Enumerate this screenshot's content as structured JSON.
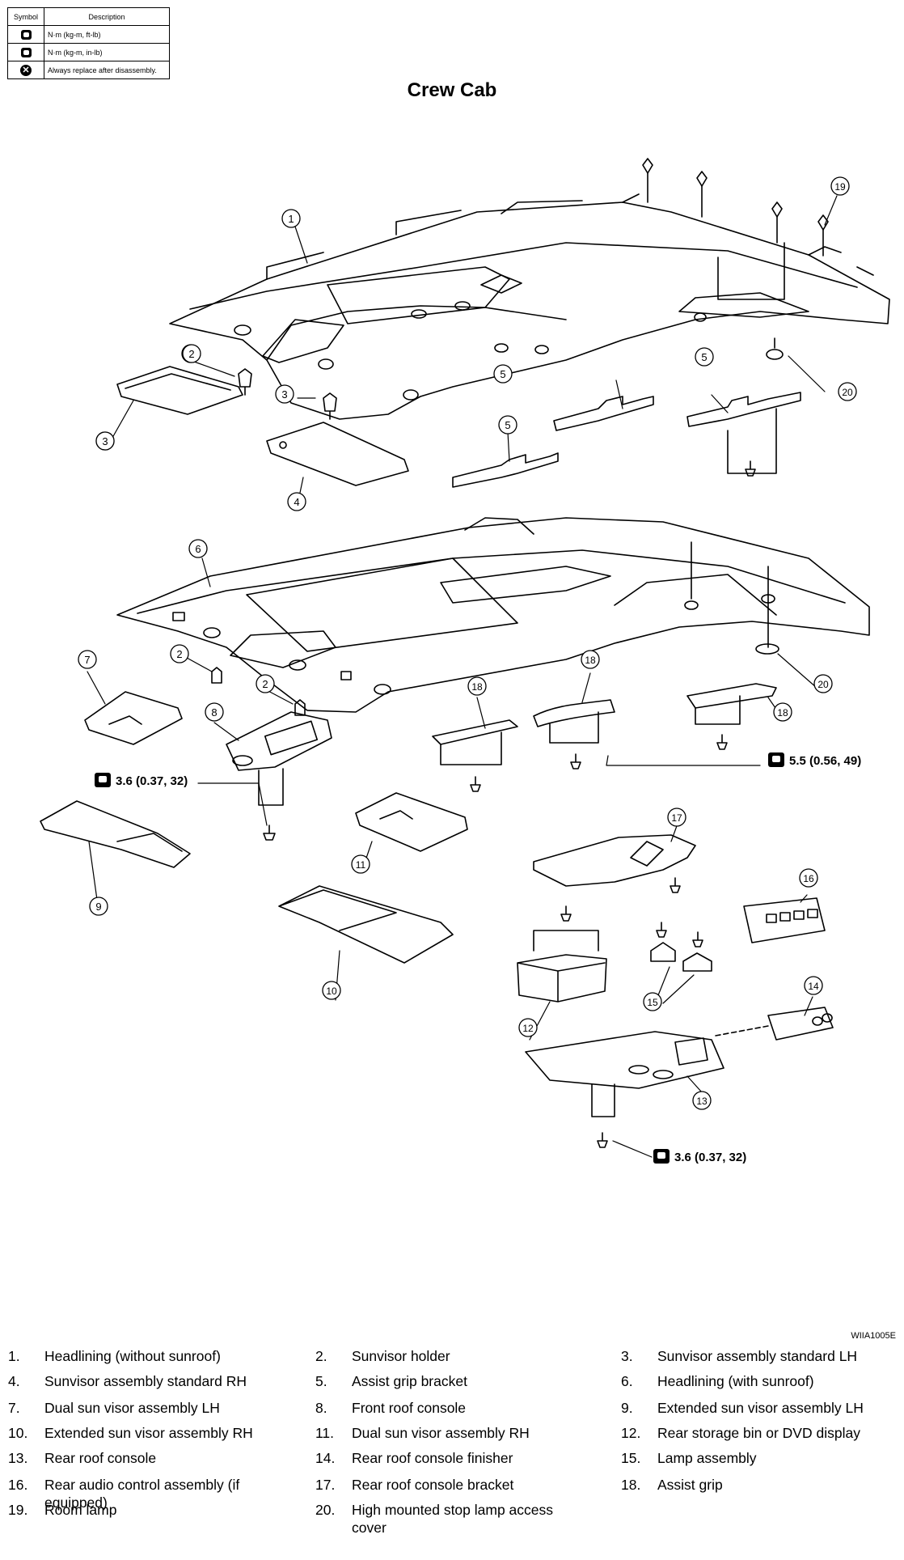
{
  "legend": {
    "header_symbol": "Symbol",
    "header_description": "Description",
    "rows": [
      {
        "icon": "torque-nm-kgm-ftlb-icon",
        "description": "N·m (kg-m, ft-lb)"
      },
      {
        "icon": "torque-nm-kgm-inlb-icon",
        "description": "N·m (kg-m, in-lb)"
      },
      {
        "icon": "always-replace-icon",
        "description": "Always replace after disassembly."
      }
    ]
  },
  "title": "Crew Cab",
  "figure_ref": "WIIA1005E",
  "callouts": [
    "1",
    "2",
    "3",
    "3",
    "2",
    "3",
    "4",
    "5",
    "5",
    "5",
    "20",
    "19",
    "6",
    "7",
    "2",
    "2",
    "8",
    "18",
    "18",
    "18",
    "20",
    "9",
    "10",
    "11",
    "12",
    "13",
    "14",
    "15",
    "16",
    "17"
  ],
  "torque": {
    "t1": "3.6 (0.37, 32)",
    "t2": "5.5 (0.56, 49)",
    "t3": "3.6 (0.37, 32)"
  },
  "parts": [
    {
      "num": "1.",
      "label": "Headlining (without sunroof)"
    },
    {
      "num": "2.",
      "label": "Sunvisor holder"
    },
    {
      "num": "3.",
      "label": "Sunvisor assembly standard LH"
    },
    {
      "num": "4.",
      "label": "Sunvisor assembly standard RH"
    },
    {
      "num": "5.",
      "label": "Assist grip bracket"
    },
    {
      "num": "6.",
      "label": "Headlining (with sunroof)"
    },
    {
      "num": "7.",
      "label": "Dual sun visor assembly LH"
    },
    {
      "num": "8.",
      "label": "Front roof console"
    },
    {
      "num": "9.",
      "label": "Extended sun visor assembly LH"
    },
    {
      "num": "10.",
      "label": "Extended sun visor assembly RH"
    },
    {
      "num": "11.",
      "label": "Dual sun visor assembly RH"
    },
    {
      "num": "12.",
      "label": "Rear storage bin or DVD display"
    },
    {
      "num": "13.",
      "label": "Rear roof console"
    },
    {
      "num": "14.",
      "label": "Rear roof console finisher"
    },
    {
      "num": "15.",
      "label": "Lamp assembly"
    },
    {
      "num": "16.",
      "label": "Rear audio control assembly (if equipped)"
    },
    {
      "num": "17.",
      "label": "Rear roof console bracket"
    },
    {
      "num": "18.",
      "label": "Assist grip"
    },
    {
      "num": "19.",
      "label": "Room lamp"
    },
    {
      "num": "20.",
      "label": "High mounted stop lamp access cover"
    }
  ]
}
